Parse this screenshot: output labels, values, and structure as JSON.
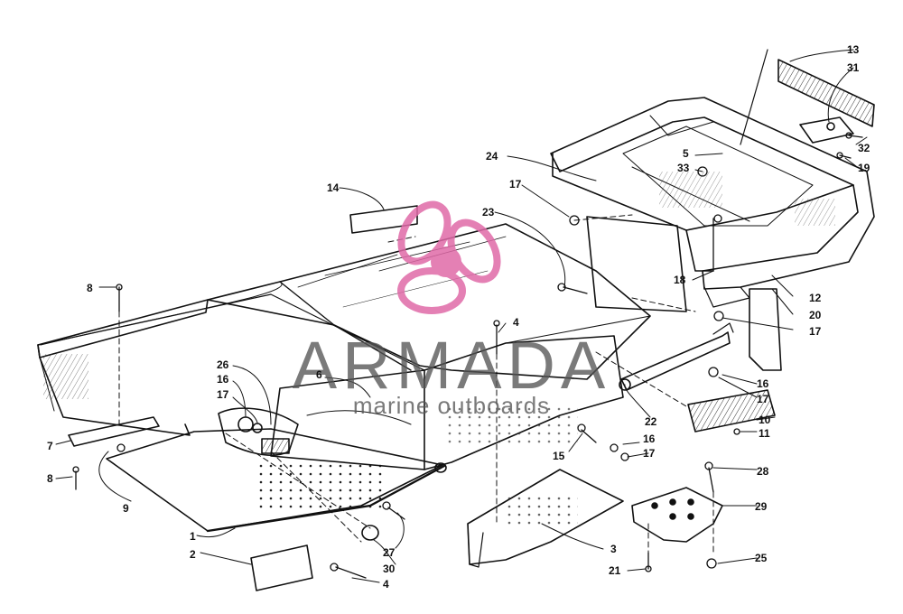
{
  "watermark": {
    "brand": "ARMADA",
    "tagline": "marine outboards",
    "accent_color": "#e06aa8",
    "icon": "propeller-logo-icon"
  },
  "callouts": [
    {
      "id": "c1",
      "label": "1"
    },
    {
      "id": "c2",
      "label": "2"
    },
    {
      "id": "c3",
      "label": "3"
    },
    {
      "id": "c4a",
      "label": "4"
    },
    {
      "id": "c4b",
      "label": "4"
    },
    {
      "id": "c5",
      "label": "5"
    },
    {
      "id": "c6",
      "label": "6"
    },
    {
      "id": "c7",
      "label": "7"
    },
    {
      "id": "c8a",
      "label": "8"
    },
    {
      "id": "c8b",
      "label": "8"
    },
    {
      "id": "c9",
      "label": "9"
    },
    {
      "id": "c10",
      "label": "10"
    },
    {
      "id": "c11",
      "label": "11"
    },
    {
      "id": "c12",
      "label": "12"
    },
    {
      "id": "c13",
      "label": "13"
    },
    {
      "id": "c14",
      "label": "14"
    },
    {
      "id": "c15",
      "label": "15"
    },
    {
      "id": "c16a",
      "label": "16"
    },
    {
      "id": "c16b",
      "label": "16"
    },
    {
      "id": "c16c",
      "label": "16"
    },
    {
      "id": "c17a",
      "label": "17"
    },
    {
      "id": "c17b",
      "label": "17"
    },
    {
      "id": "c17c",
      "label": "17"
    },
    {
      "id": "c17d",
      "label": "17"
    },
    {
      "id": "c17e",
      "label": "17"
    },
    {
      "id": "c18",
      "label": "18"
    },
    {
      "id": "c19",
      "label": "19"
    },
    {
      "id": "c20",
      "label": "20"
    },
    {
      "id": "c21",
      "label": "21"
    },
    {
      "id": "c22",
      "label": "22"
    },
    {
      "id": "c23",
      "label": "23"
    },
    {
      "id": "c24",
      "label": "24"
    },
    {
      "id": "c25",
      "label": "25"
    },
    {
      "id": "c26",
      "label": "26"
    },
    {
      "id": "c27",
      "label": "27"
    },
    {
      "id": "c28",
      "label": "28"
    },
    {
      "id": "c29",
      "label": "29"
    },
    {
      "id": "c30",
      "label": "30"
    },
    {
      "id": "c31",
      "label": "31"
    },
    {
      "id": "c32",
      "label": "32"
    },
    {
      "id": "c33",
      "label": "33"
    }
  ]
}
